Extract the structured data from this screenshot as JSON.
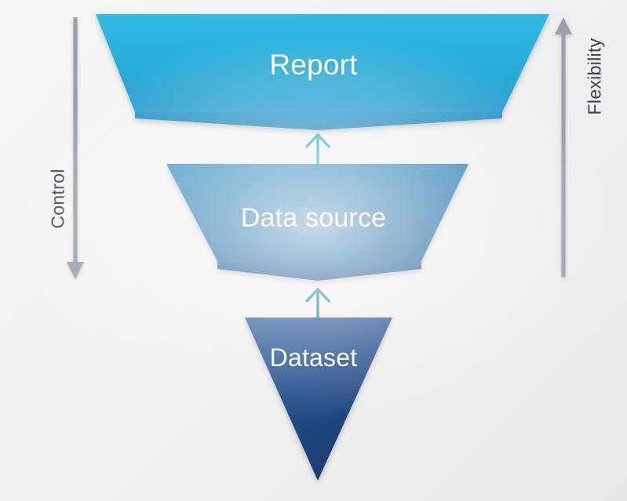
{
  "diagram": {
    "type": "inverted-funnel",
    "title": "Report / Data source / Dataset funnel",
    "background_color": "#f2f2f3",
    "stages": [
      {
        "id": "report",
        "label": "Report",
        "level": 1,
        "fill_top": "#2cb4de",
        "fill_bottom": "#1f9fd0",
        "fold_color": "#1b84b8",
        "text_color": "#ffffff"
      },
      {
        "id": "data-source",
        "label": "Data source",
        "level": 2,
        "fill_top": "#2a85bb",
        "fill_bottom": "#1a6ca8",
        "fold_color": "#1b4f8f",
        "text_color": "#ffffff"
      },
      {
        "id": "dataset",
        "label": "Dataset",
        "level": 3,
        "fill_top": "#24538f",
        "fill_bottom": "#1c3f75",
        "fold_color": "#1c3f75",
        "text_color": "#ffffff"
      }
    ],
    "connectors": [
      {
        "id": "dataset-to-data-source",
        "direction": "up",
        "color": "#2a7fb6"
      },
      {
        "id": "data-source-to-report",
        "direction": "up",
        "color": "#29a7d6"
      }
    ],
    "axes": [
      {
        "id": "control",
        "label": "Control",
        "side": "left",
        "direction": "down",
        "color": "#9aa0a6",
        "text_color": "#3b4450"
      },
      {
        "id": "flexibility",
        "label": "Flexibility",
        "side": "right",
        "direction": "up",
        "color": "#9aa0a6",
        "text_color": "#3b4450"
      }
    ]
  }
}
